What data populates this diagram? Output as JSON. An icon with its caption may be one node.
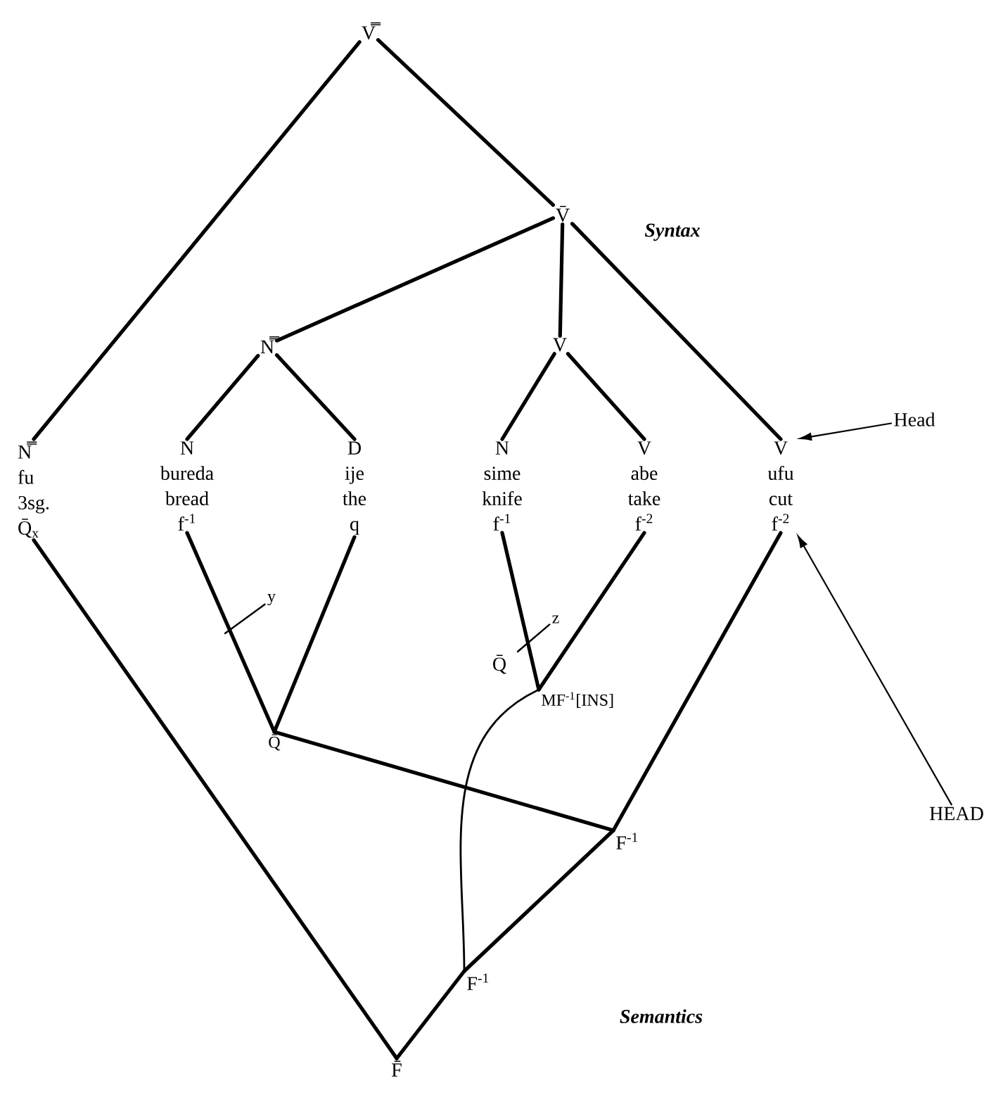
{
  "diagram": {
    "nodes": [
      {
        "text": [
          "V̿"
        ]
      },
      {
        "text": [
          "V̄"
        ]
      },
      {
        "text": [
          "N̿"
        ]
      },
      {
        "text": [
          "V"
        ]
      },
      {
        "text": [
          "N̿",
          "fu",
          "3sg.",
          "Q̄$_{x}$"
        ]
      },
      {
        "text": [
          "N",
          "bureda",
          "bread",
          "f$^{-1}$"
        ]
      },
      {
        "text": [
          "D",
          "ije",
          "the",
          "q"
        ]
      },
      {
        "text": [
          "N",
          "sime",
          "knife",
          "f$^{-1}$"
        ]
      },
      {
        "text": [
          "V",
          "abe",
          "take",
          "f$^{-2}$"
        ]
      },
      {
        "text": [
          "V",
          "ufu",
          "cut",
          "f$^{-2}$"
        ]
      },
      {
        "text": [
          "Q̄"
        ]
      },
      {
        "text": [
          "y"
        ]
      },
      {
        "text": [
          "z"
        ]
      },
      {
        "text": [
          "MF$^{-1}$[INS]"
        ]
      },
      {
        "text": [
          "F$^{-1}$"
        ]
      },
      {
        "text": [
          "F$^{-1}$"
        ]
      },
      {
        "text": [
          "F̄"
        ]
      },
      {
        "text": [
          "Head"
        ]
      },
      {
        "text": [
          "HEAD"
        ]
      }
    ],
    "edges": [
      {
        "from": 0,
        "to": 1,
        "arrow": "none"
      },
      {
        "from": 0,
        "to": 4,
        "arrow": "none"
      },
      {
        "from": 1,
        "to": 2,
        "arrow": "none"
      },
      {
        "from": 1,
        "to": 3,
        "arrow": "none"
      },
      {
        "from": 1,
        "to": 9,
        "arrow": "none"
      },
      {
        "from": 2,
        "to": 5,
        "arrow": "none"
      },
      {
        "from": 2,
        "to": 6,
        "arrow": "none"
      },
      {
        "from": 3,
        "to": 7,
        "arrow": "none"
      },
      {
        "from": 3,
        "to": 8,
        "arrow": "none"
      },
      {
        "from": 4,
        "to": 16,
        "arrow": "none"
      },
      {
        "from": 5,
        "to": 10,
        "arrow": "none"
      },
      {
        "from": 6,
        "to": 10,
        "arrow": "none"
      },
      {
        "from": 7,
        "to": 13,
        "arrow": "none"
      },
      {
        "from": 8,
        "to": 13,
        "arrow": "none"
      },
      {
        "from": 9,
        "to": 14,
        "arrow": "none"
      },
      {
        "from": 10,
        "to": 14,
        "arrow": "none"
      },
      {
        "from": 13,
        "to": 15,
        "arrow": "none"
      },
      {
        "from": 14,
        "to": 15,
        "arrow": "none"
      },
      {
        "from": 15,
        "to": 16,
        "arrow": "none"
      },
      {
        "from": 17,
        "to": 9,
        "arrow": "to"
      },
      {
        "from": 18,
        "to": 9,
        "arrow": "to"
      },
      {
        "from": 11,
        "to": null,
        "arrow": "none"
      },
      {
        "from": 12,
        "to": null,
        "arrow": "none"
      }
    ],
    "labels": [
      "Syntax",
      "Q̄",
      "Semantics"
    ]
  }
}
